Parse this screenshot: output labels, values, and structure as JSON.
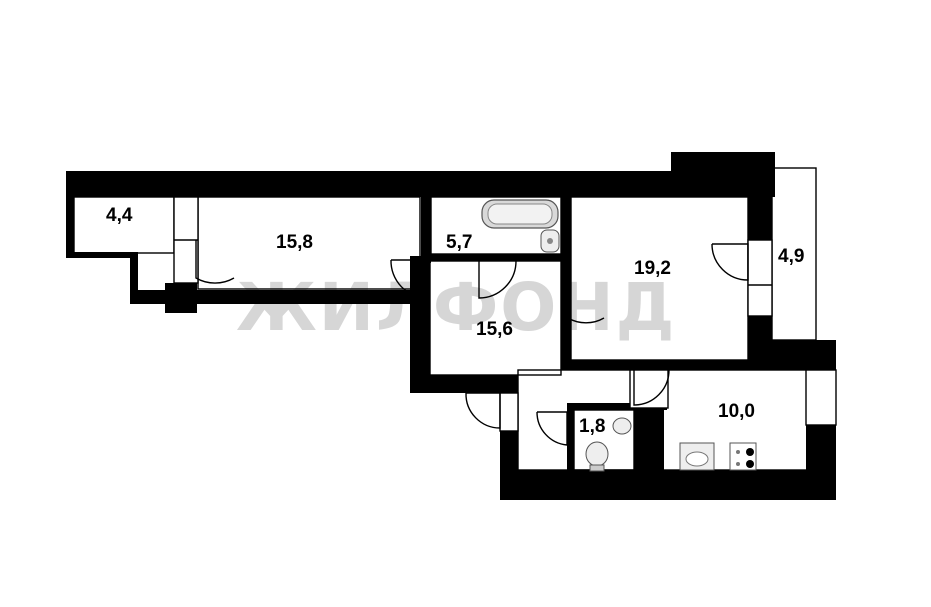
{
  "watermark": "ЖИЛФОНД",
  "rooms": {
    "storage_left": "4,4",
    "room_left": "15,8",
    "bathroom": "5,7",
    "room_right": "19,2",
    "balcony": "4,9",
    "hallway": "15,6",
    "toilet": "1,8",
    "kitchen": "10,0"
  }
}
